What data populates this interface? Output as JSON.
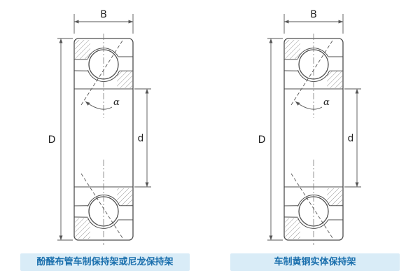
{
  "page": {
    "background": "#ffffff"
  },
  "dimensions": {
    "width_label": "B",
    "outer_diameter_label": "D",
    "bore_diameter_label": "d",
    "contact_angle_label": "α"
  },
  "figures": [
    {
      "caption": "酚醛布管车制保持架或尼龙保持架"
    },
    {
      "caption": "车制黄铜实体保持架"
    }
  ],
  "colors": {
    "line": "#4d4d4d",
    "caption_background": "#d9ecf7",
    "caption_text": "#1a6fad"
  }
}
